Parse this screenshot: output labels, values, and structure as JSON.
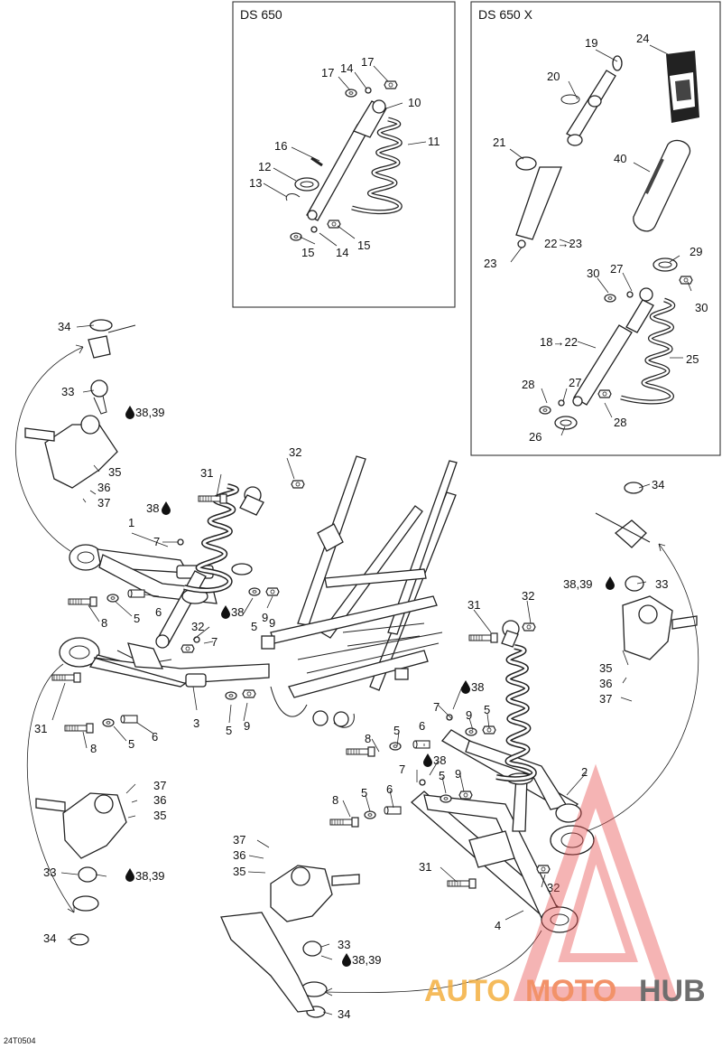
{
  "boxes": {
    "left_title": "DS 650",
    "right_title": "DS 650 X"
  },
  "drawing_code": "24T0504",
  "watermark": {
    "part1": "AUTO",
    "part2": "MOTO",
    "part3": "HUB",
    "colors": {
      "auto": "#f4b040",
      "moto": "#f08050",
      "hub": "#555555",
      "triangle": "#e85050"
    }
  },
  "lube_icon": "oil-drop-icon",
  "callouts": {
    "ds650": [
      "17",
      "14",
      "17",
      "10",
      "11",
      "16",
      "12",
      "13",
      "15",
      "14",
      "15"
    ],
    "ds650x": [
      "19",
      "24",
      "20",
      "21",
      "40",
      "22→23",
      "23",
      "29",
      "30",
      "27",
      "30",
      "18→22",
      "25",
      "28",
      "27",
      "28",
      "26"
    ],
    "main": [
      "34",
      "33",
      "38,39",
      "35",
      "36",
      "37",
      "32",
      "31",
      "38",
      "1",
      "7",
      "6",
      "8",
      "5",
      "9",
      "5",
      "9",
      "38",
      "32",
      "7",
      "31",
      "8",
      "5",
      "6",
      "3",
      "5",
      "9",
      "31",
      "32",
      "38",
      "7",
      "5",
      "9",
      "8",
      "5",
      "6",
      "38",
      "7",
      "5",
      "9",
      "2",
      "8",
      "5",
      "6",
      "34",
      "38,39",
      "33",
      "35",
      "36",
      "37",
      "37",
      "36",
      "35",
      "33",
      "38,39",
      "34",
      "37",
      "36",
      "35",
      "31",
      "32",
      "4",
      "33",
      "38,39",
      "34"
    ]
  }
}
